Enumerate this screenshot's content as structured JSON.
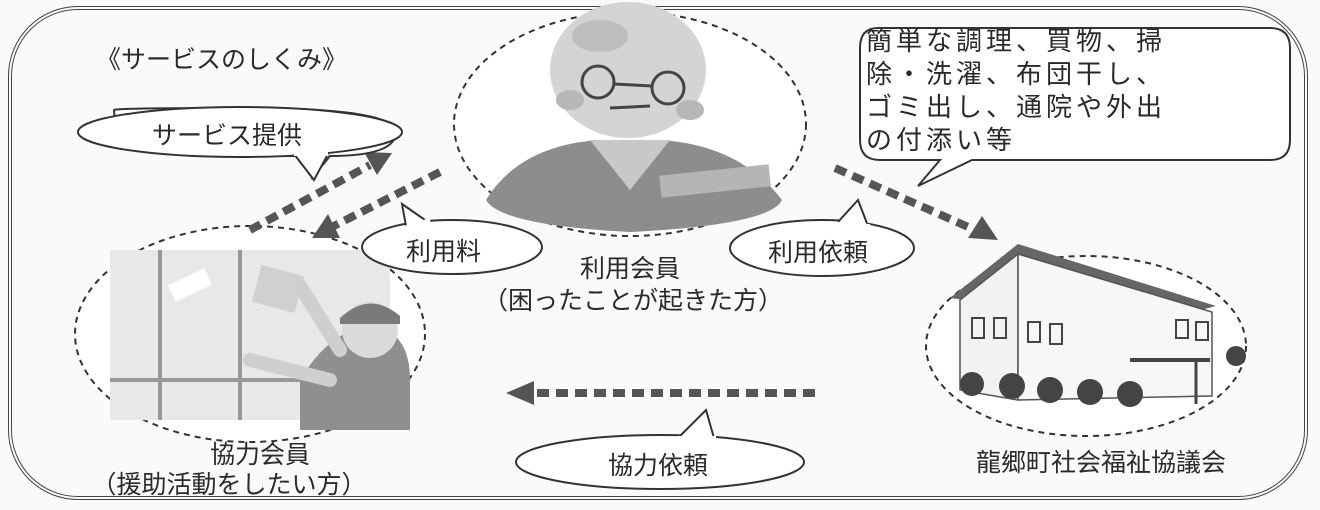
{
  "title": "《サービスのしくみ》",
  "bubbles": {
    "service_provision": "サービス提供",
    "usage_fee": "利用料",
    "usage_request": "利用依頼",
    "cooperation_request": "協力依頼"
  },
  "note": "簡単な調理、買物、掃\n除・洗濯、布団干し、\nゴミ出し、通院や外出\nの付添い等",
  "user_member": {
    "name": "利用会員",
    "desc": "（困ったことが起きた方）"
  },
  "cooperating_member": {
    "name": "協力会員",
    "desc": "（援助活動をしたい方）"
  },
  "council": {
    "name": "龍郷町社会福祉協議会"
  }
}
